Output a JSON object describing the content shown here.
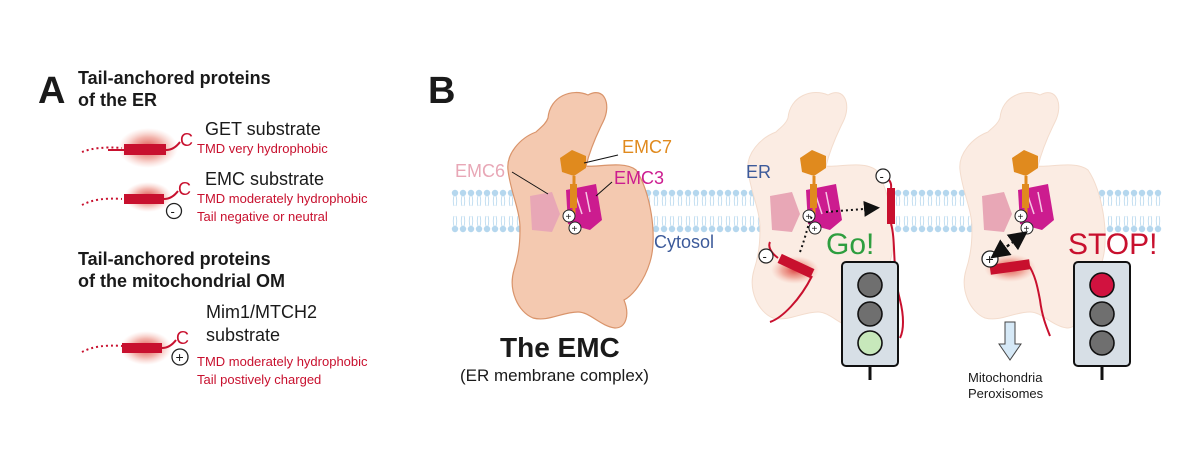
{
  "panel_a": {
    "label": "A",
    "er_heading": [
      "Tail-anchored proteins",
      "of the ER"
    ],
    "get": {
      "name": "GET substrate",
      "terminus": "C",
      "desc": "TMD very hydrophobic"
    },
    "emc": {
      "name": "EMC substrate",
      "terminus": "C",
      "desc": [
        "TMD moderately hydrophobic",
        "Tail negative or neutral"
      ],
      "charge": "-"
    },
    "om_heading": [
      "Tail-anchored proteins",
      "of the mitochondrial OM"
    ],
    "mim1": {
      "name": [
        "Mim1/MTCH2",
        "substrate"
      ],
      "terminus": "C",
      "desc": [
        "TMD moderately hydrophobic",
        "Tail postively charged"
      ],
      "charge": "+"
    }
  },
  "panel_b": {
    "label": "B",
    "labels": {
      "emc6": "EMC6",
      "emc7": "EMC7",
      "emc3": "EMC3",
      "er": "ER",
      "cytosol": "Cytosol"
    },
    "title": "The EMC",
    "subtitle": "(ER membrane complex)",
    "go": "Go!",
    "stop": "STOP!",
    "destinations": [
      "Mitochondria",
      "Peroxisomes"
    ],
    "charge_plus": "+",
    "charge_minus": "-"
  },
  "colors": {
    "red": "#c8102e",
    "emc_body": "#f4c9b0",
    "emc_faint": "#fbece3",
    "emc7": "#e08a1e",
    "emc3": "#cc1c8f",
    "emc6": "#e8a7b6",
    "membrane": "#b5d7ee",
    "go_green": "#2e9e3f",
    "stop_red": "#c8102e",
    "er_blue": "#3c5a9a"
  }
}
